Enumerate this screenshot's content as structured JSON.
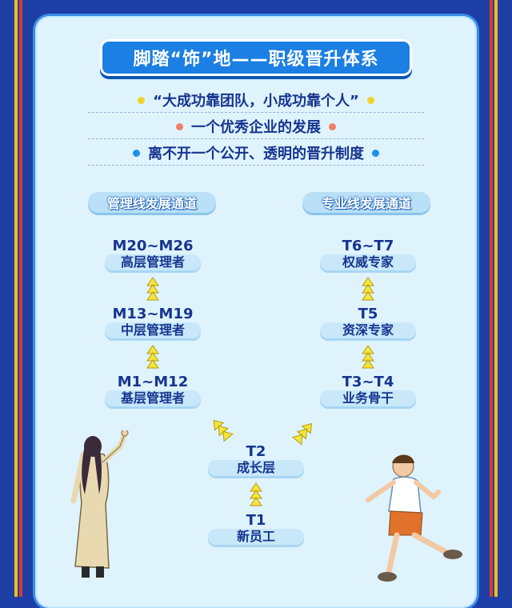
{
  "title": "脚踏“饰”地——职级晋升体系",
  "slogans": [
    {
      "text": "“大成功靠团队，小成功靠个人”",
      "dot_color": "#f2d22e"
    },
    {
      "text": "一个优秀企业的发展",
      "dot_color": "#ee7f6a"
    },
    {
      "text": "离不开一个公开、透明的晋升制度",
      "dot_color": "#1e8fe8"
    }
  ],
  "channels": {
    "management": {
      "label": "管理线发展通道",
      "levels": [
        {
          "code": "M20~M26",
          "name": "高层管理者"
        },
        {
          "code": "M13~M19",
          "name": "中层管理者"
        },
        {
          "code": "M1~M12",
          "name": "基层管理者"
        }
      ]
    },
    "professional": {
      "label": "专业线发展通道",
      "levels": [
        {
          "code": "T6~T7",
          "name": "权威专家"
        },
        {
          "code": "T5",
          "name": "资深专家"
        },
        {
          "code": "T3~T4",
          "name": "业务骨干"
        }
      ]
    }
  },
  "base_levels": [
    {
      "code": "T2",
      "name": "成长层"
    },
    {
      "code": "T1",
      "name": "新员工"
    }
  ],
  "colors": {
    "background": "#1d3fa6",
    "card": "#dff3fd",
    "banner": "#1b7fe3",
    "arrow_fill": "#f4e53a"
  }
}
